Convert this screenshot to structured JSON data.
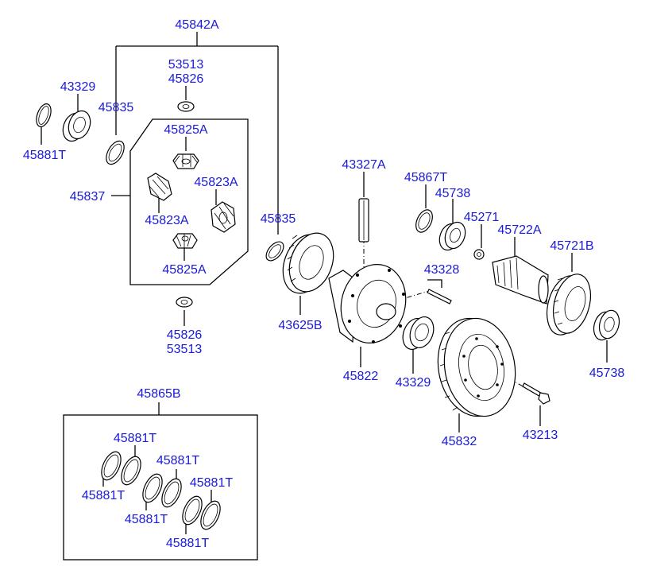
{
  "labels": {
    "l45842A": "45842A",
    "l53513_top": "53513",
    "l45826_top": "45826",
    "l43329_left": "43329",
    "l45835_left": "45835",
    "l45881T_left": "45881T",
    "l45825A_top": "45825A",
    "l45823A_right": "45823A",
    "l45837": "45837",
    "l45823A_left": "45823A",
    "l45825A_bottom": "45825A",
    "l45835_right": "45835",
    "l45826_bottom": "45826",
    "l53513_bottom": "53513",
    "l43625B": "43625B",
    "l43327A": "43327A",
    "l45867T": "45867T",
    "l45738_top": "45738",
    "l45271": "45271",
    "l45722A": "45722A",
    "l45721B": "45721B",
    "l43328": "43328",
    "l45822": "45822",
    "l43329_right": "43329",
    "l45738_bottom": "45738",
    "l45832": "45832",
    "l43213": "43213",
    "l45865B": "45865B",
    "kit_a": "45881T",
    "kit_b": "45881T",
    "kit_c": "45881T",
    "kit_d": "45881T",
    "kit_e": "45881T",
    "kit_f": "45881T"
  },
  "colors": {
    "label": "#1a1adb",
    "line": "#000000",
    "background": "#ffffff"
  }
}
